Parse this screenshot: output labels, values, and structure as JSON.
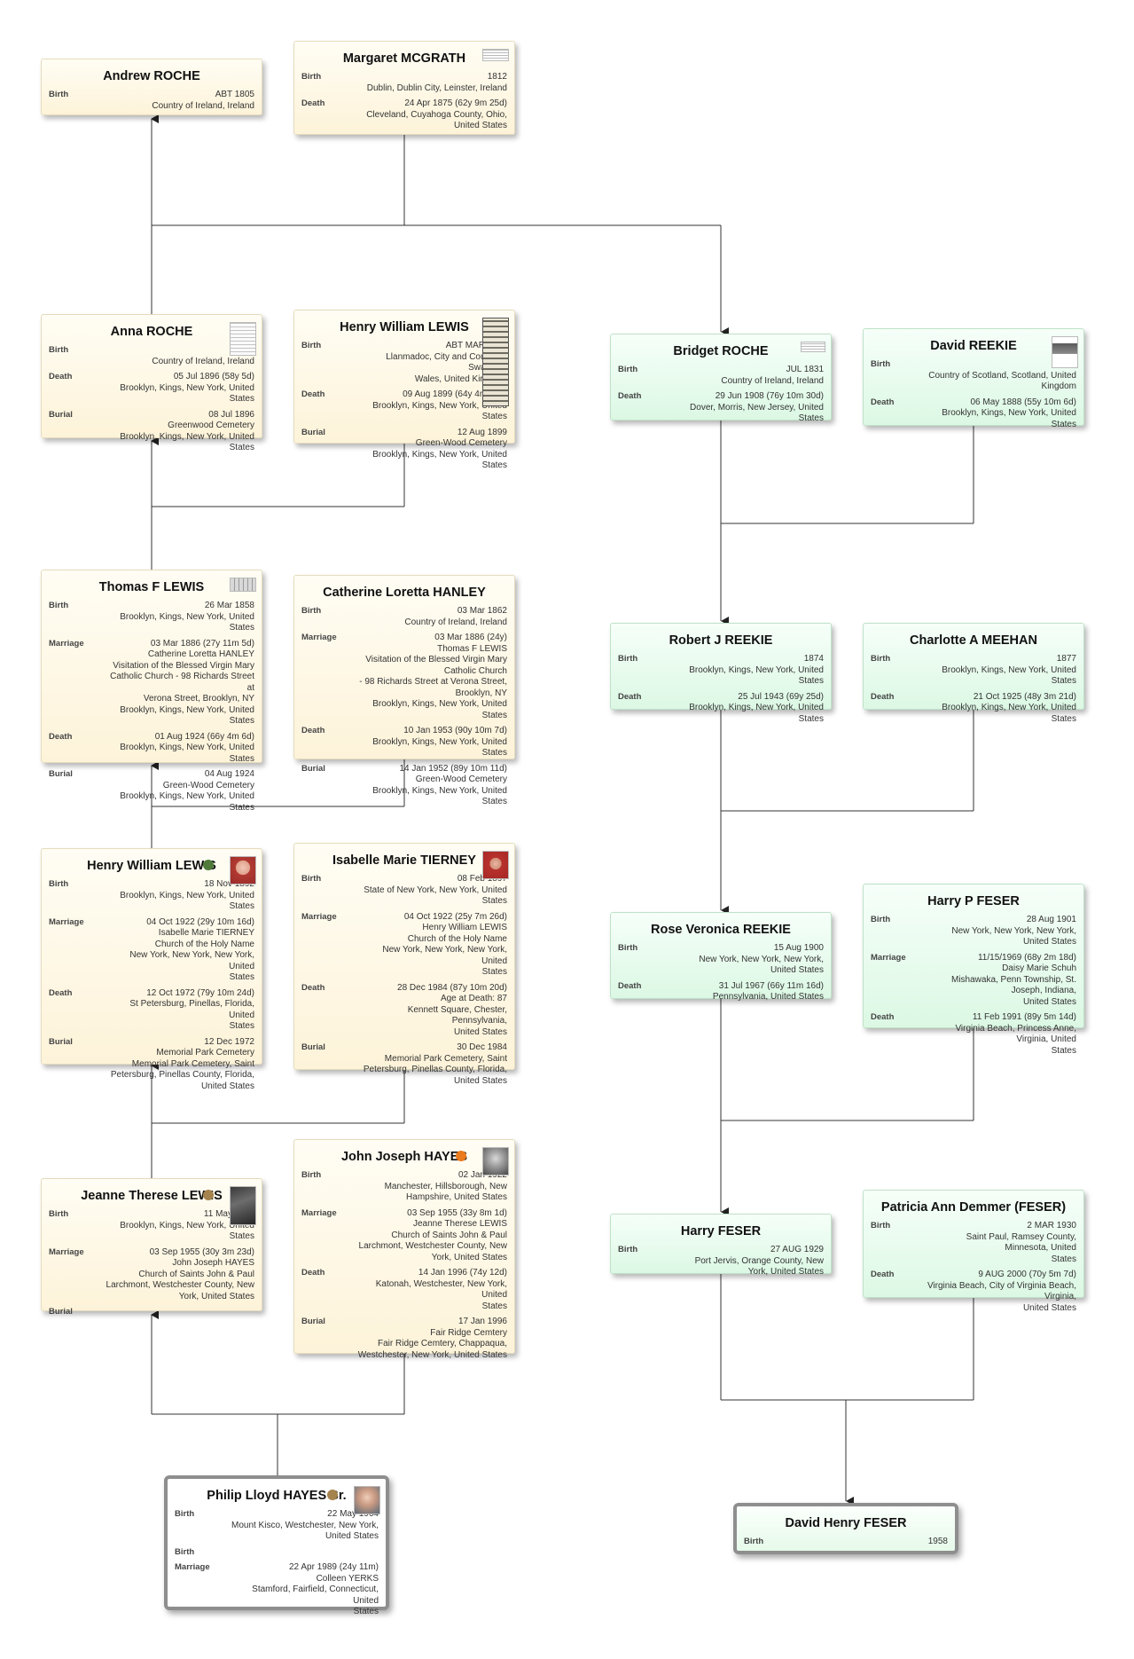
{
  "colors": {
    "line": "#333333",
    "paternal_card": "#fdf3d9",
    "maternal_card": "#dcf8e4",
    "dot_brown": "#a5834e",
    "dot_green": "#4f7a3a",
    "dot_orange": "#ea7b1e"
  },
  "people": {
    "andrew_roche": {
      "name": "Andrew ROCHE",
      "events": [
        {
          "label": "Birth",
          "lines": [
            "ABT 1805",
            "Country of Ireland, Ireland"
          ]
        }
      ]
    },
    "margaret_mcgrath": {
      "name": "Margaret MCGRATH",
      "events": [
        {
          "label": "Birth",
          "lines": [
            "1812",
            "Dublin, Dublin City, Leinster, Ireland"
          ]
        },
        {
          "label": "Death",
          "lines": [
            "24 Apr 1875 (62y 9m 25d)",
            "Cleveland, Cuyahoga County, Ohio,",
            "United States"
          ]
        }
      ]
    },
    "anna_roche": {
      "name": "Anna ROCHE",
      "events": [
        {
          "label": "Birth",
          "lines": [
            "1838",
            "Country of Ireland, Ireland"
          ]
        },
        {
          "label": "Death",
          "lines": [
            "05 Jul 1896 (58y 5d)",
            "Brooklyn, Kings, New York, United States"
          ]
        },
        {
          "label": "Burial",
          "lines": [
            "08 Jul 1896",
            "Greenwood Cemetery",
            "Brooklyn, Kings, New York, United States"
          ]
        }
      ]
    },
    "henry_william_lewis_sr": {
      "name": "Henry William LEWIS",
      "events": [
        {
          "label": "Birth",
          "lines": [
            "ABT MAR 1835",
            "Llanmadoc, City and County of Swansea,",
            "Wales, United Kingdom"
          ]
        },
        {
          "label": "Death",
          "lines": [
            "09 Aug 1899 (64y 4m 10d)",
            "Brooklyn, Kings, New York, United States"
          ]
        },
        {
          "label": "Burial",
          "lines": [
            "12 Aug 1899",
            "Green-Wood Cemetery",
            "Brooklyn, Kings, New York, United States"
          ]
        }
      ]
    },
    "thomas_f_lewis": {
      "name": "Thomas F LEWIS",
      "events": [
        {
          "label": "Birth",
          "lines": [
            "26 Mar 1858",
            "Brooklyn, Kings, New York, United States"
          ]
        },
        {
          "label": "Marriage",
          "lines": [
            "03 Mar 1886 (27y 11m 5d)",
            "Catherine Loretta HANLEY",
            "Visitation of the Blessed Virgin Mary",
            "Catholic Church - 98 Richards Street at",
            "Verona Street, Brooklyn, NY",
            "Brooklyn, Kings, New York, United States"
          ]
        },
        {
          "label": "Death",
          "lines": [
            "01 Aug 1924 (66y 4m 6d)",
            "Brooklyn, Kings, New York, United States"
          ]
        },
        {
          "label": "Burial",
          "lines": [
            "04 Aug 1924",
            "Green-Wood Cemetery",
            "Brooklyn, Kings, New York, United States"
          ]
        }
      ]
    },
    "catherine_hanley": {
      "name": "Catherine Loretta HANLEY",
      "events": [
        {
          "label": "Birth",
          "lines": [
            "03 Mar 1862",
            "Country of Ireland, Ireland"
          ]
        },
        {
          "label": "Marriage",
          "lines": [
            "03 Mar 1886 (24y)",
            "Thomas F LEWIS",
            "Visitation of the Blessed Virgin Mary Catholic Church",
            "- 98 Richards Street at Verona Street, Brooklyn, NY",
            "Brooklyn, Kings, New York, United States"
          ]
        },
        {
          "label": "Death",
          "lines": [
            "10 Jan 1953 (90y 10m 7d)",
            "Brooklyn, Kings, New York, United States"
          ]
        },
        {
          "label": "Burial",
          "lines": [
            "14 Jan 1952 (89y 10m 11d)",
            "Green-Wood Cemetery",
            "Brooklyn, Kings, New York, United States"
          ]
        }
      ]
    },
    "henry_william_lewis": {
      "name": "Henry William LEWIS",
      "events": [
        {
          "label": "Birth",
          "lines": [
            "18 Nov 1892",
            "Brooklyn, Kings, New York, United States"
          ]
        },
        {
          "label": "Marriage",
          "lines": [
            "04 Oct 1922 (29y 10m 16d)",
            "Isabelle Marie TIERNEY",
            "Church of the Holy Name",
            "New York, New York, New York, United",
            "States"
          ]
        },
        {
          "label": "Death",
          "lines": [
            "12 Oct 1972 (79y 10m 24d)",
            "St Petersburg, Pinellas, Florida, United",
            "States"
          ]
        },
        {
          "label": "Burial",
          "lines": [
            "12 Dec 1972",
            "Memorial Park Cemetery",
            "Memorial Park Cemetery, Saint",
            "Petersburg, Pinellas County, Florida,",
            "United States"
          ]
        }
      ]
    },
    "isabelle_tierney": {
      "name": "Isabelle Marie TIERNEY",
      "events": [
        {
          "label": "Birth",
          "lines": [
            "08 Feb 1897",
            "State of New York, New York, United",
            "States"
          ]
        },
        {
          "label": "Marriage",
          "lines": [
            "04 Oct 1922 (25y 7m 26d)",
            "Henry William LEWIS",
            "Church of the Holy Name",
            "New York, New York, New York, United",
            "States"
          ]
        },
        {
          "label": "Death",
          "lines": [
            "28 Dec 1984 (87y 10m 20d)",
            "Age at Death: 87",
            "Kennett Square, Chester, Pennsylvania,",
            "United States"
          ]
        },
        {
          "label": "Burial",
          "lines": [
            "30 Dec 1984",
            "Memorial Park Cemetery, Saint",
            "Petersburg, Pinellas County, Florida,",
            "United States"
          ]
        }
      ]
    },
    "jeanne_lewis": {
      "name": "Jeanne Therese LEWIS",
      "events": [
        {
          "label": "Birth",
          "lines": [
            "11 May 1925",
            "Brooklyn, Kings, New York, United States"
          ]
        },
        {
          "label": "Marriage",
          "lines": [
            "03 Sep 1955 (30y 3m 23d)",
            "John Joseph HAYES",
            "Church of Saints John & Paul",
            "Larchmont, Westchester County, New",
            "York, United States"
          ]
        },
        {
          "label": "Burial",
          "lines": []
        }
      ]
    },
    "john_hayes": {
      "name": "John Joseph HAYES",
      "events": [
        {
          "label": "Birth",
          "lines": [
            "02 Jan 1922",
            "Manchester, Hillsborough, New",
            "Hampshire, United States"
          ]
        },
        {
          "label": "Marriage",
          "lines": [
            "03 Sep 1955 (33y 8m 1d)",
            "Jeanne Therese LEWIS",
            "Church of Saints John & Paul",
            "Larchmont, Westchester County, New",
            "York, United States"
          ]
        },
        {
          "label": "Death",
          "lines": [
            "14 Jan 1996 (74y 12d)",
            "Katonah, Westchester, New York, United",
            "States"
          ]
        },
        {
          "label": "Burial",
          "lines": [
            "17 Jan 1996",
            "Fair Ridge Cemtery",
            "Fair Ridge Cemtery, Chappaqua,",
            "Westchester, New York, United States"
          ]
        }
      ]
    },
    "philip_hayes": {
      "name": "Philip Lloyd HAYES Sr.",
      "events": [
        {
          "label": "Birth",
          "lines": [
            "22 May 1964",
            "Mount Kisco, Westchester, New York,",
            "United States"
          ]
        },
        {
          "label": "Birth",
          "lines": []
        },
        {
          "label": "Marriage",
          "lines": [
            "22 Apr 1989 (24y 11m)",
            "Colleen YERKS",
            "Stamford, Fairfield, Connecticut, United",
            "States"
          ]
        }
      ]
    },
    "bridget_roche": {
      "name": "Bridget ROCHE",
      "events": [
        {
          "label": "Birth",
          "lines": [
            "JUL 1831",
            "Country of Ireland, Ireland"
          ]
        },
        {
          "label": "Death",
          "lines": [
            "29 Jun 1908 (76y 10m 30d)",
            "Dover, Morris, New Jersey, United States"
          ]
        }
      ]
    },
    "david_reekie": {
      "name": "David REEKIE",
      "events": [
        {
          "label": "Birth",
          "lines": [
            "1832",
            "Country of Scotland, Scotland, United",
            "Kingdom"
          ]
        },
        {
          "label": "Death",
          "lines": [
            "06 May 1888 (55y 10m 6d)",
            "Brooklyn, Kings, New York, United States"
          ]
        }
      ]
    },
    "robert_reekie": {
      "name": "Robert J REEKIE",
      "events": [
        {
          "label": "Birth",
          "lines": [
            "1874",
            "Brooklyn, Kings, New York, United States"
          ]
        },
        {
          "label": "Death",
          "lines": [
            "25 Jul 1943 (69y 25d)",
            "Brooklyn, Kings, New York, United States"
          ]
        }
      ]
    },
    "charlotte_meehan": {
      "name": "Charlotte A MEEHAN",
      "events": [
        {
          "label": "Birth",
          "lines": [
            "1877",
            "Brooklyn, Kings, New York, United States"
          ]
        },
        {
          "label": "Death",
          "lines": [
            "21 Oct 1925 (48y 3m 21d)",
            "Brooklyn, Kings, New York, United States"
          ]
        }
      ]
    },
    "rose_reekie": {
      "name": "Rose Veronica REEKIE",
      "events": [
        {
          "label": "Birth",
          "lines": [
            "15 Aug 1900",
            "New York, New York, New York, United States"
          ]
        },
        {
          "label": "Death",
          "lines": [
            "31 Jul 1967 (66y 11m 16d)",
            "Pennsylvania, United States"
          ]
        }
      ]
    },
    "harry_p_feser": {
      "name": "Harry P FESER",
      "events": [
        {
          "label": "Birth",
          "lines": [
            "28 Aug 1901",
            "New York, New York, New York, United States"
          ]
        },
        {
          "label": "Marriage",
          "lines": [
            "11/15/1969 (68y 2m 18d)",
            "Daisy Marie Schuh",
            "Mishawaka, Penn Township, St. Joseph, Indiana,",
            "United States"
          ]
        },
        {
          "label": "Death",
          "lines": [
            "11 Feb 1991 (89y 5m 14d)",
            "Virginia Beach, Princess Anne, Virginia, United",
            "States"
          ]
        }
      ]
    },
    "harry_feser": {
      "name": "Harry FESER",
      "events": [
        {
          "label": "Birth",
          "lines": [
            "27 AUG 1929",
            "Port Jervis, Orange County, New York, United States"
          ]
        }
      ]
    },
    "patricia_demmer": {
      "name": "Patricia Ann Demmer (FESER)",
      "events": [
        {
          "label": "Birth",
          "lines": [
            "2 MAR 1930",
            "Saint Paul, Ramsey County, Minnesota, United",
            "States"
          ]
        },
        {
          "label": "Death",
          "lines": [
            "9 AUG 2000 (70y 5m 7d)",
            "Virginia Beach, City of Virginia Beach, Virginia,",
            "United States"
          ]
        }
      ]
    },
    "david_feser": {
      "name": "David Henry FESER",
      "events": [
        {
          "label": "Birth",
          "lines": [
            "1958"
          ]
        }
      ]
    }
  }
}
